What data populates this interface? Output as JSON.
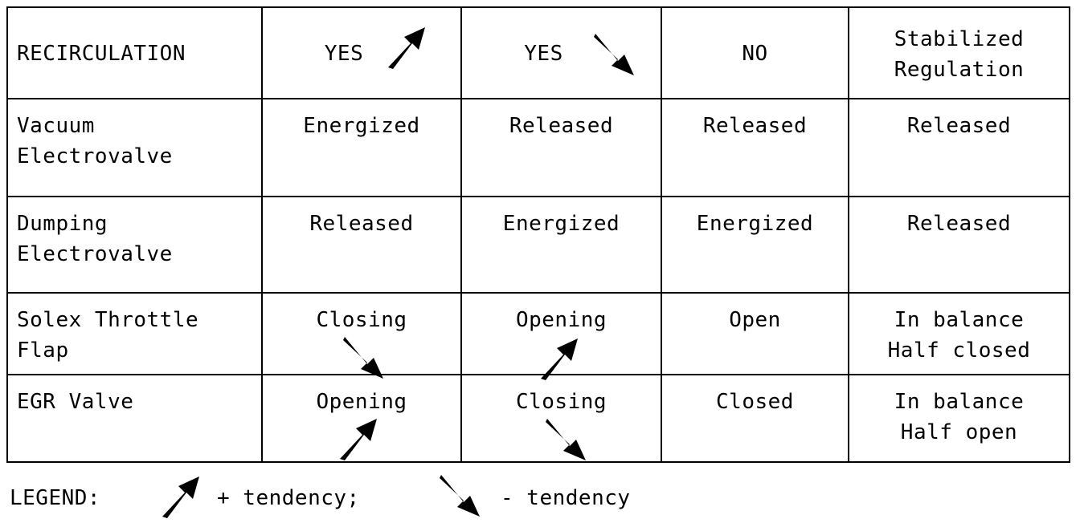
{
  "table": {
    "header": [
      {
        "text": "RECIRCULATION",
        "icon": ""
      },
      {
        "text": "YES",
        "icon": "arrow-up-right-icon"
      },
      {
        "text": "YES",
        "icon": "arrow-down-right-icon"
      },
      {
        "text": "NO",
        "icon": ""
      },
      {
        "text": "Stabilized\nRegulation",
        "icon": ""
      }
    ],
    "rows": [
      {
        "label": "Vacuum\nElectrovalve",
        "cells": [
          {
            "text": "Energized",
            "icon": ""
          },
          {
            "text": "Released",
            "icon": ""
          },
          {
            "text": "Released",
            "icon": ""
          },
          {
            "text": "Released",
            "icon": ""
          }
        ]
      },
      {
        "label": "Dumping\nElectrovalve",
        "cells": [
          {
            "text": "Released",
            "icon": ""
          },
          {
            "text": "Energized",
            "icon": ""
          },
          {
            "text": "Energized",
            "icon": ""
          },
          {
            "text": "Released",
            "icon": ""
          }
        ]
      },
      {
        "label": "Solex Throttle\nFlap",
        "cells": [
          {
            "text": "Closing",
            "icon": "arrow-down-right-icon"
          },
          {
            "text": "Opening",
            "icon": "arrow-up-right-icon"
          },
          {
            "text": "Open",
            "icon": ""
          },
          {
            "text": "In balance\nHalf closed",
            "icon": ""
          }
        ]
      },
      {
        "label": "EGR Valve",
        "cells": [
          {
            "text": "Opening",
            "icon": "arrow-up-right-icon"
          },
          {
            "text": "Closing",
            "icon": "arrow-down-right-icon"
          },
          {
            "text": "Closed",
            "icon": ""
          },
          {
            "text": "In balance\nHalf open",
            "icon": ""
          }
        ]
      }
    ]
  },
  "legend": {
    "label": "LEGEND:",
    "up_icon": "arrow-up-right-icon",
    "up_text": "+ tendency;",
    "down_icon": "arrow-down-right-icon",
    "down_text": "- tendency"
  },
  "colors": {
    "ink": "#000000",
    "paper": "#ffffff"
  }
}
